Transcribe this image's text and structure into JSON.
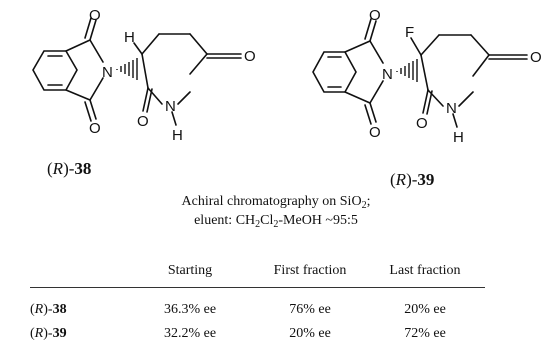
{
  "compounds": [
    {
      "config": "R",
      "number": "38",
      "substituent": "H"
    },
    {
      "config": "R",
      "number": "39",
      "substituent": "F"
    }
  ],
  "atoms": {
    "oxygen": "O",
    "nitrogen": "N",
    "hydrogen": "H"
  },
  "conditions": {
    "line1_text": "Achiral chromatography on SiO",
    "line1_sub": "2",
    "line1_end": ";",
    "line2_pre": "eluent: CH",
    "line2_sub1": "2",
    "line2_mid": "Cl",
    "line2_sub2": "2",
    "line2_post": "-MeOH ~95:5"
  },
  "table": {
    "headers": [
      "",
      "Starting",
      "First fraction",
      "Last fraction"
    ],
    "rows": [
      {
        "config": "R",
        "number": "38",
        "values": [
          "36.3% ee",
          "76% ee",
          "20% ee"
        ]
      },
      {
        "config": "R",
        "number": "39",
        "values": [
          "32.2% ee",
          "20% ee",
          "72% ee"
        ]
      }
    ]
  }
}
